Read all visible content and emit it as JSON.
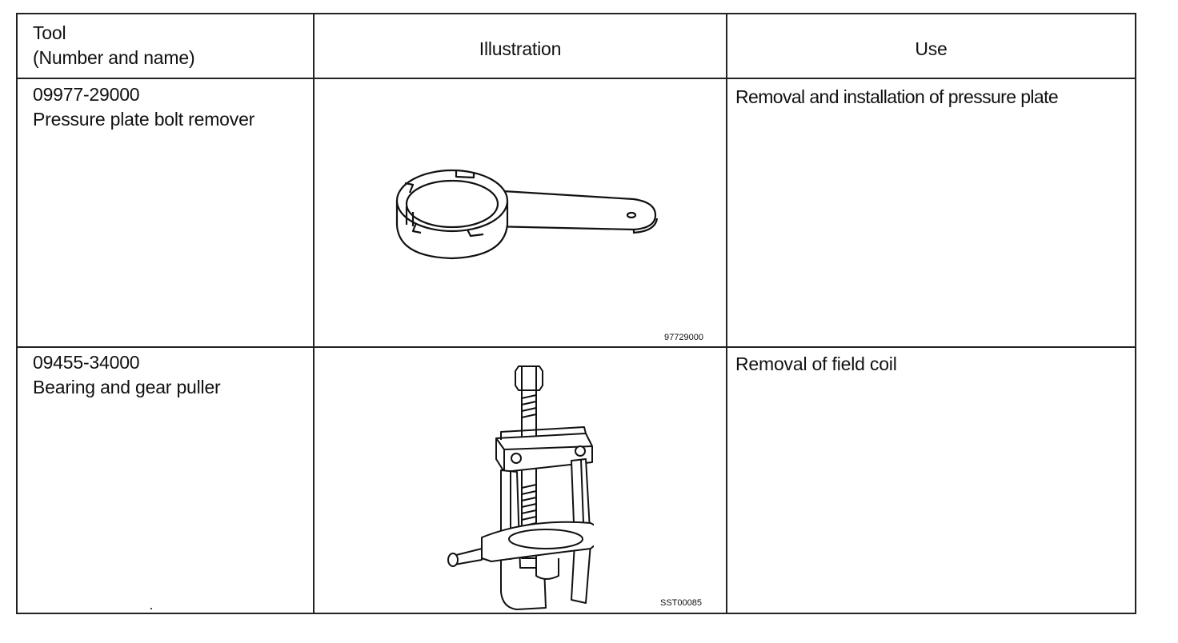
{
  "header": {
    "tool_line1": "Tool",
    "tool_line2": "(Number and name)",
    "illustration": "Illustration",
    "use": "Use"
  },
  "rows": [
    {
      "number": "09977-29000",
      "name": "Pressure plate bolt remover",
      "use": "Removal and installation of pressure plate",
      "figure_code": "97729000",
      "icon": "pressure-plate-bolt-remover"
    },
    {
      "number": "09455-34000",
      "name": "Bearing and gear puller",
      "use": "Removal of field coil",
      "figure_code": "SST00085",
      "icon": "bearing-and-gear-puller"
    }
  ]
}
